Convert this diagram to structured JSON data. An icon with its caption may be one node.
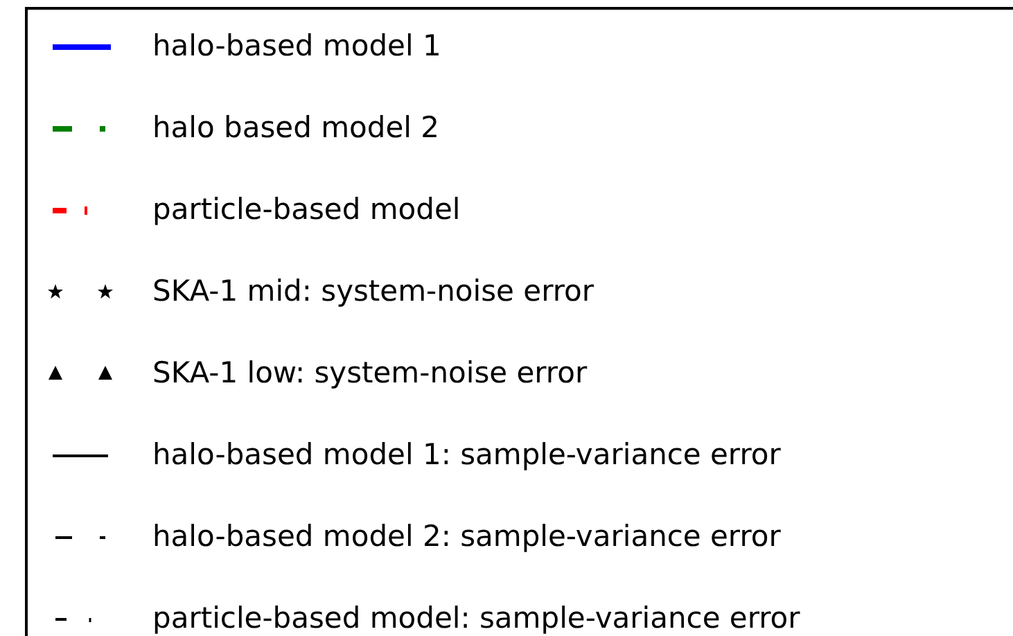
{
  "diagram": {
    "legend": [
      {
        "text": "halo-based model 1"
      },
      {
        "text": "halo based model 2"
      },
      {
        "text": "particle-based model"
      },
      {
        "text": "SKA-1 mid: system-noise error"
      },
      {
        "text": "SKA-1 low: system-noise error"
      },
      {
        "text": "halo-based model 1: sample-variance error"
      },
      {
        "text": "halo-based model 2: sample-variance error"
      },
      {
        "text": "particle-based model: sample-variance error"
      }
    ]
  }
}
